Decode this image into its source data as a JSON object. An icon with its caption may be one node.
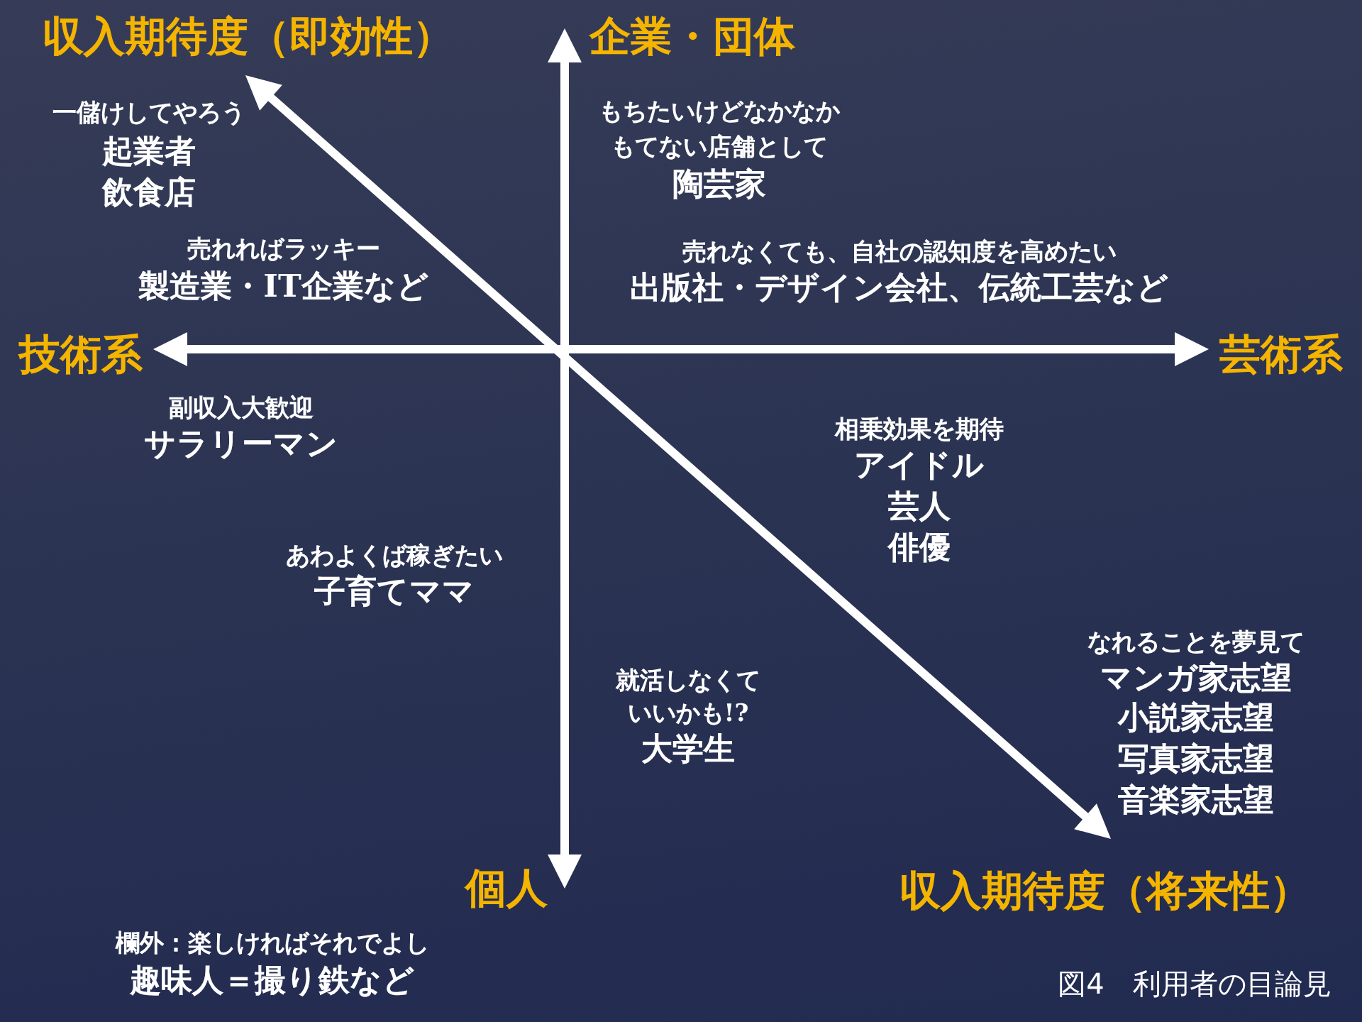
{
  "diagram": {
    "labels": [
      "収入期待度（即効性）",
      "企業・団体",
      "一儲けしてやろう",
      "起業者",
      "飲食店",
      "もちたいけどなかなかもてない店舗として",
      "陶芸家",
      "売れればラッキー",
      "製造業・IT企業など",
      "売れなくても、自社の認知度を高めたい",
      "出版社・デザイン会社、伝統工芸など",
      "技術系",
      "芸術系",
      "副収入大歓迎",
      "サラリーマン",
      "あわよくば稼ぎたい",
      "子育てママ",
      "相乗効果を期待",
      "アイドル",
      "芸人",
      "俳優",
      "なれることを夢見て",
      "マンガ家志望",
      "小説家志望",
      "写真家志望",
      "音楽家志望",
      "就活しなくていいかも!?",
      "大学生",
      "個人",
      "収入期待度（将来性）",
      "欄外：楽しければそれでよし",
      "趣味人＝撮り鉄など"
    ],
    "caption": "図4　利用者の目論見"
  }
}
